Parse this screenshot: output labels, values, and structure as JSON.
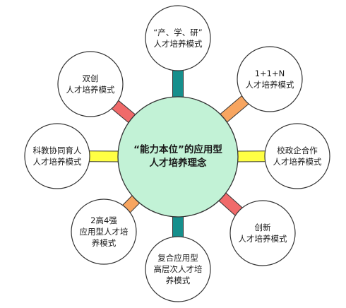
{
  "hub": {
    "lines": [
      "“能力本位”的应用型",
      "人才培养理念"
    ],
    "color": "#c2f2d6"
  },
  "nodes": [
    {
      "id": "cxy",
      "lines": [
        "“产、学、研”",
        "人才培养模式"
      ],
      "connector_color": "#168f8c"
    },
    {
      "id": "1n",
      "lines": [
        "1+1+N",
        "人才培养模式"
      ],
      "connector_color": "#f7a560"
    },
    {
      "id": "xzqh",
      "lines": [
        "校政企合作",
        "人才培养模式"
      ],
      "connector_color": "#ffff44"
    },
    {
      "id": "cx",
      "lines": [
        "创新",
        "人才培养模式"
      ],
      "connector_color": "#f06a6a"
    },
    {
      "id": "fhyy",
      "lines": [
        "复合应用型",
        "高层次人才培",
        "养模式"
      ],
      "connector_color": "#168f8c"
    },
    {
      "id": "2g4q",
      "lines": [
        "2高4强",
        "应用型人才培",
        "养模式"
      ],
      "connector_color": "#f7a560"
    },
    {
      "id": "kjxt",
      "lines": [
        "科教协同育人",
        "人才培养模式"
      ],
      "connector_color": "#ffff44"
    },
    {
      "id": "sc",
      "lines": [
        "双创",
        "人才培养模式"
      ],
      "connector_color": "#f06a6a"
    }
  ],
  "style": {
    "node_fill": "#ffffff",
    "outline": "#333333"
  }
}
